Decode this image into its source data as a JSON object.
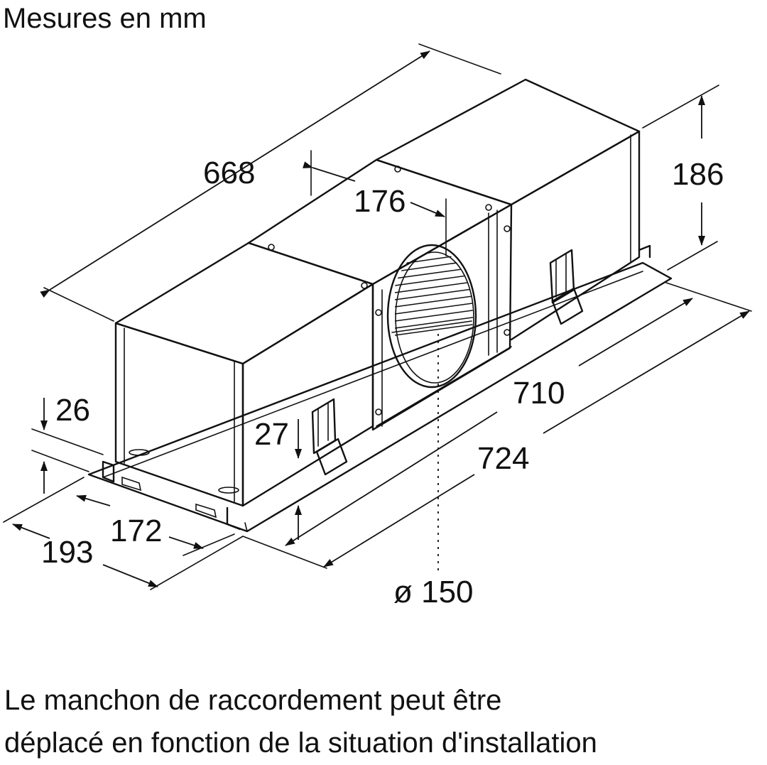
{
  "title": "Mesures en mm",
  "dimensions": {
    "length_top": "668",
    "collar_offset": "176",
    "height": "186",
    "frame_edge": "26",
    "frame_height": "27",
    "inner_length": "710",
    "outer_length": "724",
    "inner_width": "172",
    "outer_width": "193",
    "collar_diameter": "ø 150"
  },
  "note": {
    "line1": "Le manchon de raccordement peut être",
    "line2": "déplacé en fonction de la situation d'installation"
  }
}
